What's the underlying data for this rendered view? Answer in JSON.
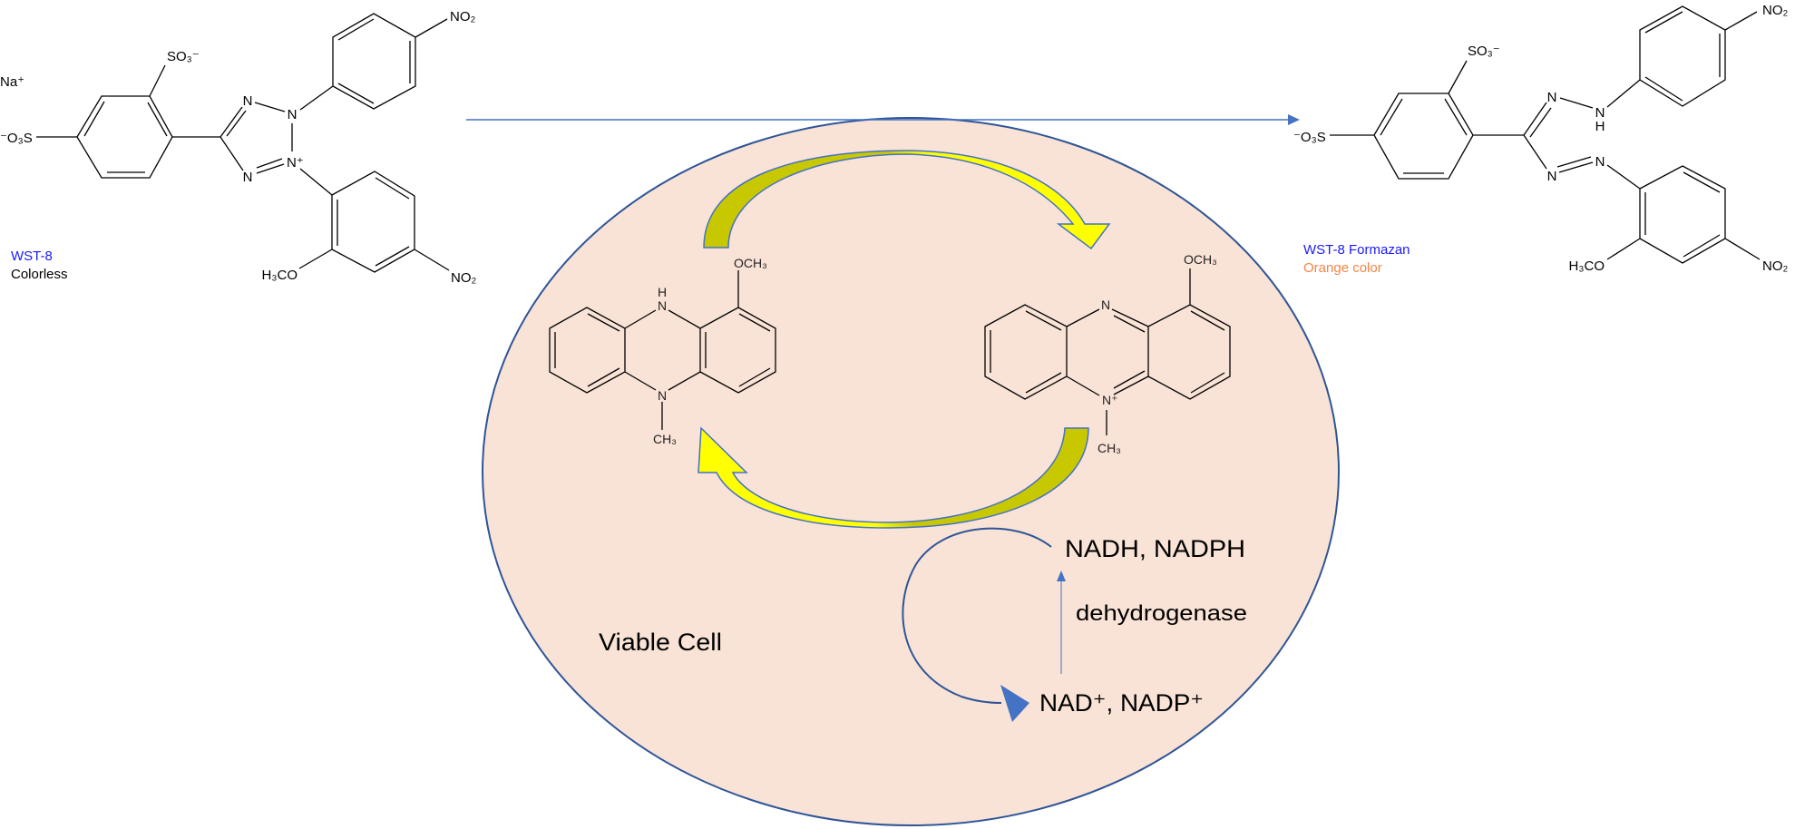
{
  "colors": {
    "cell_fill": "#f9e3d6",
    "cell_stroke": "#2f5597",
    "arrow_blue": "#4472c4",
    "arrow_yellow": "#ffff00",
    "arrow_olive": "#c8c800",
    "label_blue": "#1a1aff",
    "label_orange": "#f58544",
    "label_red": "#ff0000"
  },
  "wst8": {
    "counter_ion": "Na⁺",
    "sulfonate_top": "SO₃⁻",
    "sulfonate_left": "⁻O₃S",
    "n_top": "N",
    "n_2": "N",
    "n_plus": "N⁺",
    "n_bottom": "N",
    "nitro_top": "NO₂",
    "methoxy": "H₃CO",
    "nitro_bottom": "NO₂",
    "name": "WST-8",
    "color_desc": "Colorless"
  },
  "formazan": {
    "sulfonate_top": "SO₃⁻",
    "sulfonate_left": "⁻O₃S",
    "n_top": "N",
    "nh_n": "N",
    "nh_h": "H",
    "n_bottom": "N",
    "n_azo": "N",
    "nitro_top": "NO₂",
    "methoxy": "H₃CO",
    "nitro_bottom": "NO₂",
    "name": "WST-8 Formazan",
    "color_desc": "Orange color"
  },
  "reduced_mpms": {
    "h": "H",
    "n_top": "N",
    "n_bottom": "N",
    "methyl": "CH₃",
    "methoxy": "OCH₃"
  },
  "oxidized_mpms": {
    "n_top": "N",
    "n_plus": "N⁺",
    "methyl": "CH₃",
    "methoxy": "OCH₃"
  },
  "cell": {
    "label": "Viable Cell",
    "reduced_cofactors": "NADH, NADPH",
    "enzyme": "dehydrogenase",
    "oxidized_cofactors": "NAD⁺, NADP⁺"
  }
}
